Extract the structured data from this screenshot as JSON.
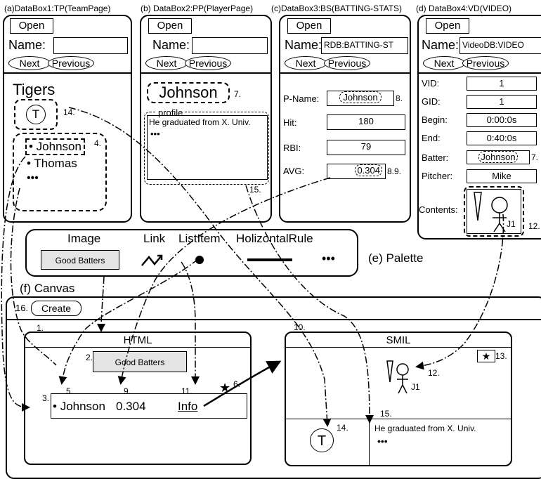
{
  "db1": {
    "caption": "(a)DataBox1:TP(TeamPage)",
    "open": "Open",
    "name_label": "Name:",
    "name_value": "",
    "next": "Next",
    "previous": "Previous",
    "title": "Tigers",
    "logo_letter": "T",
    "logo_num": "14.",
    "players": [
      "• Johnson",
      "• Thomas",
      "•••"
    ],
    "players_num": "4."
  },
  "db2": {
    "caption": "(b)  DataBox2:PP(PlayerPage)",
    "open": "Open",
    "name_label": "Name:",
    "name_value": "",
    "next": "Next",
    "previous": "Previous",
    "player": "Johnson",
    "player_num": "7.",
    "profile_label": "profile",
    "profile_text": "He graduated from X. Univ.",
    "profile_more": "•••",
    "profile_num": "15."
  },
  "db3": {
    "caption": "(c)DataBox3:BS(BATTING-STATS)",
    "open": "Open",
    "name_label": "Name:",
    "name_value": "RDB:BATTING-ST",
    "next": "Next",
    "previous": "Previous",
    "rows": [
      {
        "label": "P-Name:",
        "value": "Johnson",
        "num": "8."
      },
      {
        "label": "Hit:",
        "value": "180",
        "num": ""
      },
      {
        "label": "RBI:",
        "value": "79",
        "num": ""
      },
      {
        "label": "AVG:",
        "value": "0.304",
        "num": "8.9."
      }
    ]
  },
  "db4": {
    "caption": "(d)  DataBox4:VD(VIDEO)",
    "open": "Open",
    "name_label": "Name:",
    "name_value": "VideoDB:VIDEO",
    "next": "Next",
    "previous": "Previous",
    "rows": [
      {
        "label": "VID:",
        "value": "1",
        "num": ""
      },
      {
        "label": "GID:",
        "value": "1",
        "num": ""
      },
      {
        "label": "Begin:",
        "value": "0:00:0s",
        "num": ""
      },
      {
        "label": "End:",
        "value": "0:40:0s",
        "num": ""
      },
      {
        "label": "Batter:",
        "value": "Johnson",
        "num": "7."
      },
      {
        "label": "Pitcher:",
        "value": "Mike",
        "num": ""
      }
    ],
    "contents_label": "Contents:",
    "figure_label": "J1",
    "contents_num": "12."
  },
  "palette": {
    "items": [
      "Image",
      "Link",
      "ListItem",
      "HolizontalRule"
    ],
    "image_label": "Good Batters",
    "more": "•••",
    "caption": "(e)  Palette"
  },
  "canvas": {
    "caption": "(f)  Canvas",
    "create_num": "16.",
    "create": "Create",
    "html": {
      "num": "1.",
      "title": "HTML",
      "image_num": "2.",
      "image_label": "Good Batters",
      "row_num": "3.",
      "nums": [
        "5.",
        "9.",
        "11.",
        "6."
      ],
      "player": "Johnson",
      "avg": "0.304",
      "link": "Info"
    },
    "smil": {
      "num": "10.",
      "title": "SMIL",
      "star_num": "13.",
      "figure_label": "J1",
      "figure_num": "12.",
      "logo_letter": "T",
      "logo_num": "14.",
      "text_num": "15.",
      "text": "He graduated from X. Univ.",
      "more": "•••"
    }
  }
}
